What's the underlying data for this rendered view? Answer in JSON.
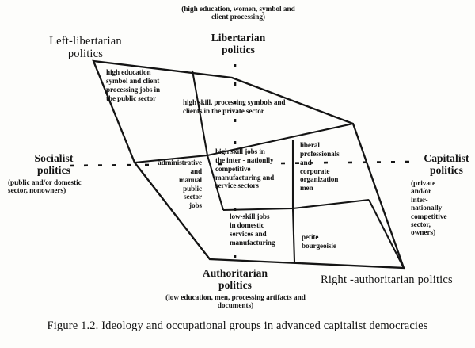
{
  "figure": {
    "caption": "Figure 1.2.  Ideology and occupational groups in advanced capitalist democracies"
  },
  "axes": {
    "vertical": {
      "top_pole": "Libertarian\npolitics",
      "top_note": "(high education, women, symbol and\nclient processing)",
      "bottom_pole": "Authoritarian\npolitics",
      "bottom_note": "(low education, men, processing artifacts and\ndocuments)"
    },
    "horizontal": {
      "left_pole": "Socialist\npolitics",
      "left_note": "(public and/or domestic\nsector, nonowners)",
      "right_pole": "Capitalist\npolitics",
      "right_note": "(private\nand/or\ninter-\nnationally\ncompetitive\nsector,\nowners)"
    }
  },
  "corners": {
    "top_left": "Left-libertarian\npolitics",
    "bottom_right": "Right -authoritarian politics"
  },
  "cells": [
    {
      "id": "high-education-public-sector",
      "text": "high education\nsymbol and client\nprocessing jobs in\nthe public sector"
    },
    {
      "id": "high-skill-private-sector",
      "text": "high skill, processing symbols and\nclients in the private sector"
    },
    {
      "id": "administrative-manual-public",
      "text": "administrative\nand\nmanual\npublic\nsector\njobs"
    },
    {
      "id": "high-skill-internationally-competitive",
      "text": "high skill jobs in\nthe inter - nationlly\ncompetitive\nmanufacturing and\nservice sectors"
    },
    {
      "id": "liberal-professionals-corporate",
      "text": "liberal\nprofessionals\nand\ncorporate\norganization\nmen"
    },
    {
      "id": "low-skill-domestic-services",
      "text": "low-skill jobs\nin domestic\nservices and\nmanufacturing"
    },
    {
      "id": "petite-bourgeoisie",
      "text": "petite\nbourgeoisie"
    }
  ],
  "style": {
    "ink": "#141414",
    "paper": "#fdfdfb"
  }
}
